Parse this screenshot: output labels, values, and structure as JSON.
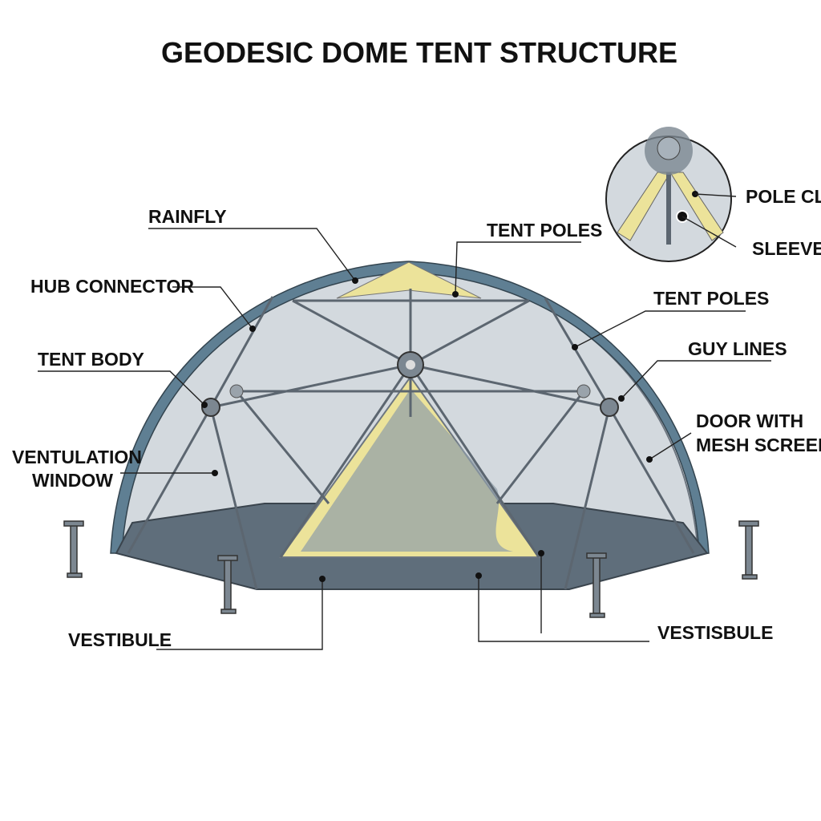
{
  "title": "GEODESIC DOME TENT STRUCTURE",
  "labels": {
    "rainfly": "RAINFLY",
    "tent_poles_top": "TENT POLES",
    "hub_connector": "HUB CONNECTOR",
    "tent_poles_right": "TENT POLES",
    "tent_body": "TENT BODY",
    "guy_lines": "GUY LINES",
    "ventilation_window_1": "VENTULATION",
    "ventilation_window_2": "WINDOW",
    "door_1": "DOOR WITH",
    "door_2": "MESH SCREEN",
    "vestibule_left": "VESTIBULE",
    "vestibule_right": "VESTISBULE"
  },
  "inset": {
    "pole_clip": "POLE CLIP",
    "sleeve": "SLEEVE"
  },
  "colors": {
    "rainfly": "#5f7f93",
    "mesh": "#d3d9de",
    "floor": "#5f6e7b",
    "door": "#ece39a",
    "poles": "#5c6670"
  }
}
